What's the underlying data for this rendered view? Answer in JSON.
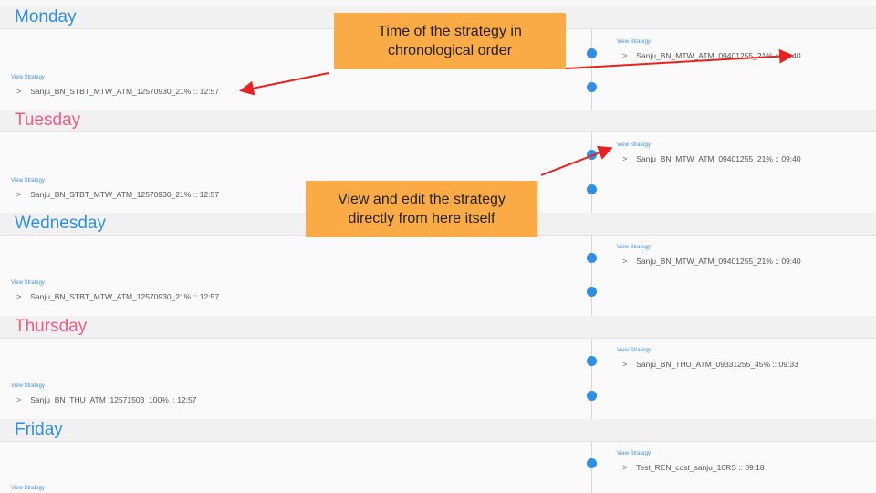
{
  "days": [
    {
      "name": "Monday",
      "color": "#2f8ee6",
      "right_entry": {
        "link": "View Strategy",
        "text": "Sanju_BN_MTW_ATM_09401255_21% :: 09:40"
      },
      "left_entry": {
        "link": "View Strategy",
        "text": "Sanju_BN_STBT_MTW_ATM_12570930_21% :: 12:57"
      }
    },
    {
      "name": "Tuesday",
      "color": "#ef5b84",
      "right_entry": {
        "link": "View Strategy",
        "text": "Sanju_BN_MTW_ATM_09401255_21% :: 09:40"
      },
      "left_entry": {
        "link": "View Strategy",
        "text": "Sanju_BN_STBT_MTW_ATM_12570930_21% :: 12:57"
      }
    },
    {
      "name": "Wednesday",
      "color": "#2f8ee6",
      "right_entry": {
        "link": "View Strategy",
        "text": "Sanju_BN_MTW_ATM_09401255_21% :: 09:40"
      },
      "left_entry": {
        "link": "View Strategy",
        "text": "Sanju_BN_STBT_MTW_ATM_12570930_21% :: 12:57"
      }
    },
    {
      "name": "Thursday",
      "color": "#ef5b84",
      "right_entry": {
        "link": "View Strategy",
        "text": "Sanju_BN_THU_ATM_09331255_45% :: 09:33"
      },
      "left_entry": {
        "link": "View Strategy",
        "text": "Sanju_BN_THU_ATM_12571503_100% :: 12:57"
      }
    },
    {
      "name": "Friday",
      "color": "#2f8ee6",
      "right_entry": {
        "link": "View Strategy",
        "text": "Test_REN_cost_sanju_10RS :: 09:18"
      },
      "left_entry": {
        "link": "View Strategy",
        "text": ""
      }
    }
  ],
  "callouts": {
    "time_order": "Time of the strategy in chronological order",
    "view_edit": "View and edit the strategy directly from here itself"
  },
  "icons": {
    "chevron": "chevron-right-icon"
  }
}
